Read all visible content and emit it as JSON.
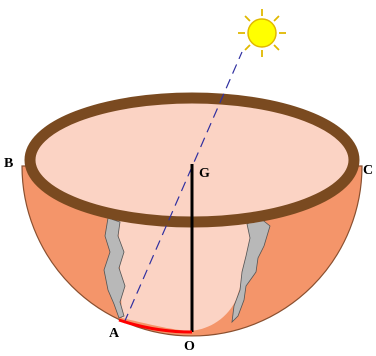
{
  "labels": {
    "b": "B",
    "c": "C",
    "g": "G",
    "a": "A",
    "o": "O"
  },
  "colors": {
    "outer_shell": "#f4956a",
    "shell_outline": "#8a5030",
    "inner_surface": "#fbd3c4",
    "rim": "#7a4a20",
    "crack": "#b8b8b8",
    "arc_ao": "#ff0000",
    "sun_fill": "#ffff00",
    "sun_outline": "#e0b800",
    "sun_ray_line": "#3030a0",
    "gnomon": "#000000"
  },
  "icons": {
    "sun": "sun-icon"
  }
}
